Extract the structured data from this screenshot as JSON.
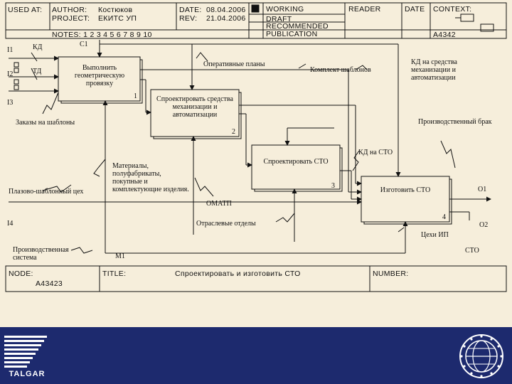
{
  "header": {
    "used_at": "USED AT:",
    "author_label": "AUTHOR:",
    "author": "Костюков",
    "project_label": "PROJECT:",
    "project": "ЕКИТС УП",
    "date_label": "DATE:",
    "date": "08.04.2006",
    "rev_label": "REV:",
    "rev": "21.04.2006",
    "notes": "NOTES: 1 2 3 4 5 6 7 8 9 10",
    "working": "WORKING",
    "draft": "DRAFT",
    "recommended": "RECOMMENDED",
    "publication": "PUBLICATION",
    "reader": "READER",
    "date2": "DATE",
    "context": "CONTEXT:",
    "context_node": "A4342"
  },
  "boxes": [
    {
      "label": "Выполнить геометрическую провязку",
      "num": "1"
    },
    {
      "label": "Спроектировать средства механизации и автоматизации",
      "num": "2"
    },
    {
      "label": "Спроектировать СТО",
      "num": "3"
    },
    {
      "label": "Изготовить СТО",
      "num": "4"
    }
  ],
  "arrows": {
    "c1": "C1",
    "i1": "I1",
    "i2": "I2",
    "i3": "I3",
    "i4": "I4",
    "o1": "O1",
    "o2": "O2",
    "m1": "M1",
    "kd": "КД",
    "td": "ТД",
    "operative_plans": "Оперативные планы",
    "template_set": "Комплект шаблонов",
    "kd_mech": "КД на средства механизации и автоматизации",
    "template_orders": "Заказы на шаблоны",
    "defect": "Производственный брак",
    "kd_sto": "КД на СТО",
    "materials": "Материалы, полуфабрикаты, покупные и комплектующие изделия.",
    "plaz_shop": "Плазово-шаблонный цех",
    "omatp": "ОМАТП",
    "branch_depts": "Отраслевые отделы",
    "shops": "Цехи ИП",
    "production_system": "Производственная система",
    "sto": "СТО"
  },
  "footer": {
    "node_label": "NODE:",
    "node": "A43423",
    "title_label": "TITLE:",
    "title": "Спроектировать и изготовить СТО",
    "number_label": "NUMBER:"
  },
  "branding": {
    "company": "TALGAR",
    "footer_color": "#1d2a6e"
  }
}
